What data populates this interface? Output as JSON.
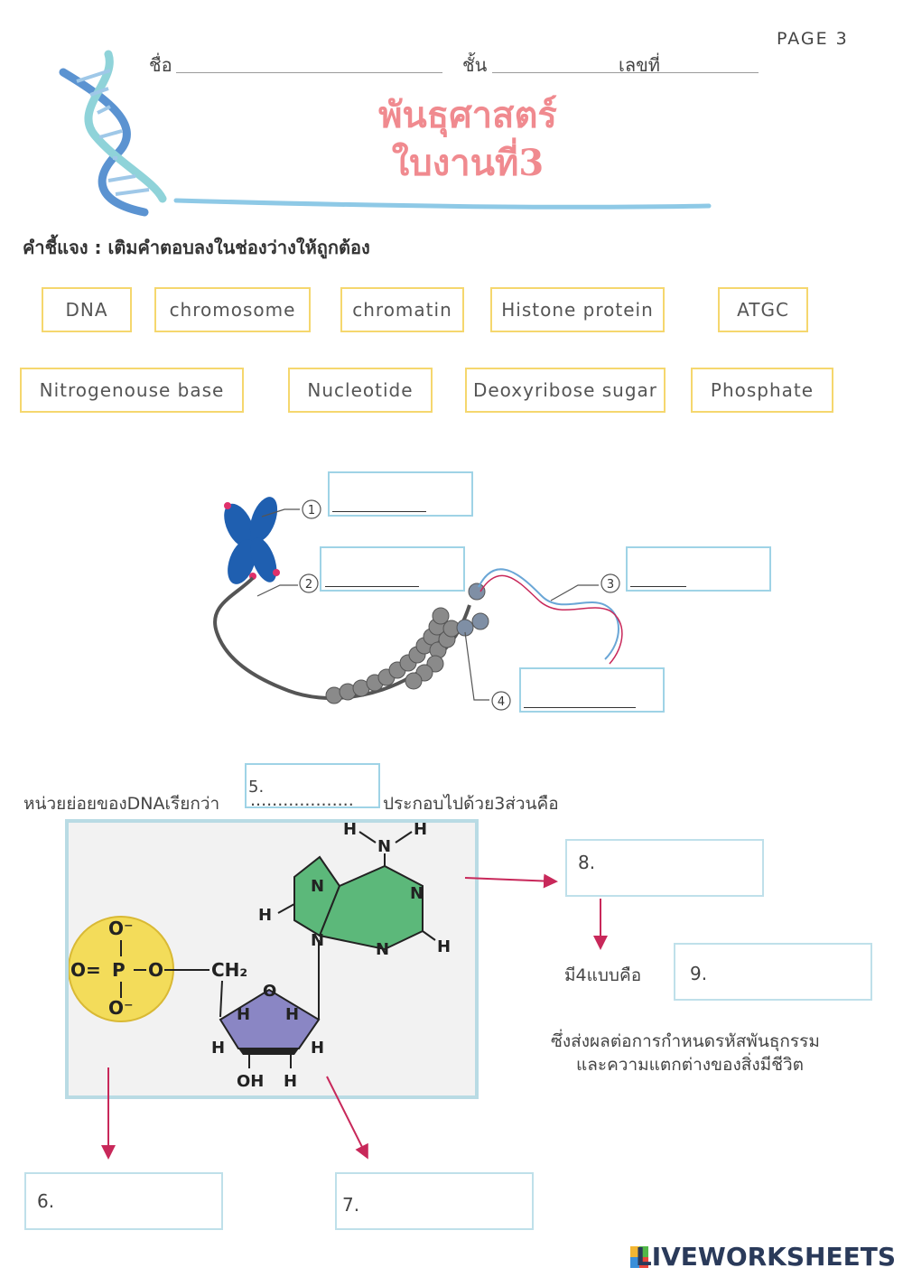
{
  "header": {
    "page_label": "PAGE 3",
    "name_label": "ชื่อ",
    "class_label": "ชั้น",
    "number_label": "เลขที่",
    "title_line1": "พันธุศาสตร์",
    "title_line2": "ใบงานที่3"
  },
  "instruction": "คำชี้แจง : เติมคำตอบลงในช่องว่างให้ถูกต้อง",
  "word_bank": [
    "DNA",
    "chromosome",
    "chromatin",
    "Histone protein",
    "ATGC",
    "Nitrogenouse base",
    "Nucleotide",
    "Deoxyribose sugar",
    "Phosphate"
  ],
  "diagram1": {
    "callouts": [
      "1",
      "2",
      "3",
      "4"
    ]
  },
  "sentence": {
    "prefix": "หน่วยย่อยของDNAเรียกว่า",
    "dots": "...................",
    "suffix": "ประกอบไปด้วย3ส่วนคือ"
  },
  "answers": {
    "a5": "5.",
    "a6": "6.",
    "a7": "7.",
    "a8": "8.",
    "a9": "9."
  },
  "four_types_label": "มี4แบบคือ",
  "note_line1": "ซึ่งส่งผลต่อการกำหนดรหัสพันธุกรรม",
  "note_line2": "และความแตกต่างของสิ่งมีชีวิต",
  "molecule": {
    "phosphate_o_top": "O⁻",
    "phosphate_o_left": "O=",
    "phosphate_p": "P",
    "phosphate_o_right": "O",
    "phosphate_o_bottom": "O⁻",
    "ch2": "CH₂",
    "ring_o": "O",
    "h_labels": [
      "H",
      "H",
      "H",
      "H"
    ],
    "oh": "OH",
    "h_bottom": "H",
    "n_labels": [
      "N",
      "N",
      "N",
      "N",
      "N"
    ],
    "nh2_n": "N",
    "nh2_h_left": "H",
    "nh2_h_right": "H",
    "base_h_left": "H",
    "base_h_right": "H"
  },
  "brand": "LIVEWORKSHEETS",
  "colors": {
    "title": "#f08a8f",
    "word_border": "#f5d76e",
    "answer_border": "#9fd3e6",
    "arrow": "#c8285a",
    "chromosome": "#1f5fb0",
    "base_green": "#5cb87a",
    "sugar_purple": "#8a86c4",
    "phosphate_yellow": "#f3dc5a"
  }
}
